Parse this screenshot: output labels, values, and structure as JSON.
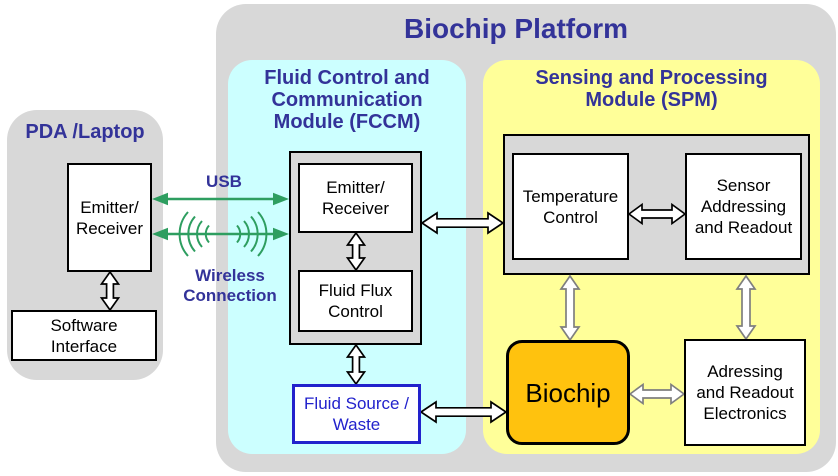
{
  "platform": {
    "title": "Biochip Platform"
  },
  "pda": {
    "title": "PDA /Laptop",
    "emitter_receiver": "Emitter/\nReceiver",
    "software_interface": "Software\nInterface"
  },
  "links": {
    "usb": "USB",
    "wireless": "Wireless\nConnection"
  },
  "fccm": {
    "title": "Fluid Control and\nCommunication\nModule (FCCM)",
    "emitter_receiver": "Emitter/\nReceiver",
    "fluid_flux_control": "Fluid Flux\nControl",
    "fluid_source_waste": "Fluid Source /\nWaste"
  },
  "spm": {
    "title": "Sensing and Processing\nModule (SPM)",
    "temperature_control": "Temperature\nControl",
    "sensor_addressing": "Sensor\nAddressing\nand Readout",
    "biochip": "Biochip",
    "addressing_electronics": "Adressing\nand Readout\nElectronics"
  },
  "colors": {
    "heading": "#333399",
    "panel_gray": "#D8D8D8",
    "fccm_cyan": "#CCFFFF",
    "spm_yellow": "#FFFF99",
    "biochip_orange": "#FFC20E",
    "link_green": "#2E9E60",
    "fluid_blue": "#2222CC"
  }
}
